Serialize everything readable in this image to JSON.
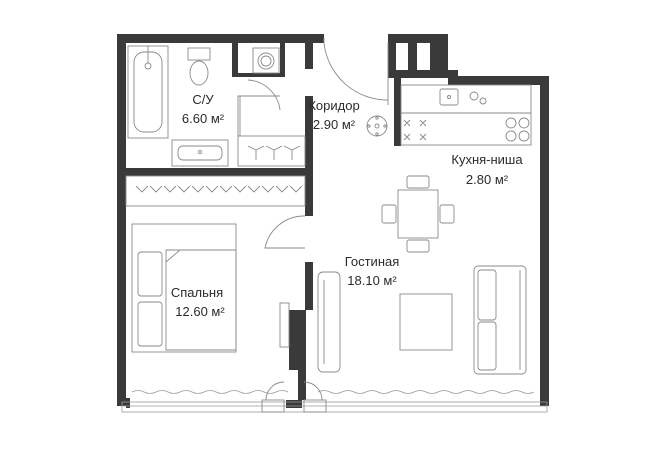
{
  "rooms": [
    {
      "name": "С/У",
      "area": "6.60 м²"
    },
    {
      "name": "Коридор",
      "area": "2.90 м²"
    },
    {
      "name": "Кухня-ниша",
      "area": "2.80 м²"
    },
    {
      "name": "Гостиная",
      "area": "18.10 м²"
    },
    {
      "name": "Спальня",
      "area": "12.60 м²"
    }
  ],
  "colors": {
    "wall": "#3a3a3a",
    "furniture_line": "#8a8a8a",
    "background": "#ffffff"
  },
  "icons": [
    "bathtub-icon",
    "toilet-icon",
    "washing-machine-icon",
    "sink-icon",
    "stove-icon",
    "kitchen-sink-icon",
    "dining-table-icon",
    "sofa-icon",
    "bed-icon",
    "wardrobe-icon",
    "rug-icon",
    "tv-stand-icon"
  ]
}
